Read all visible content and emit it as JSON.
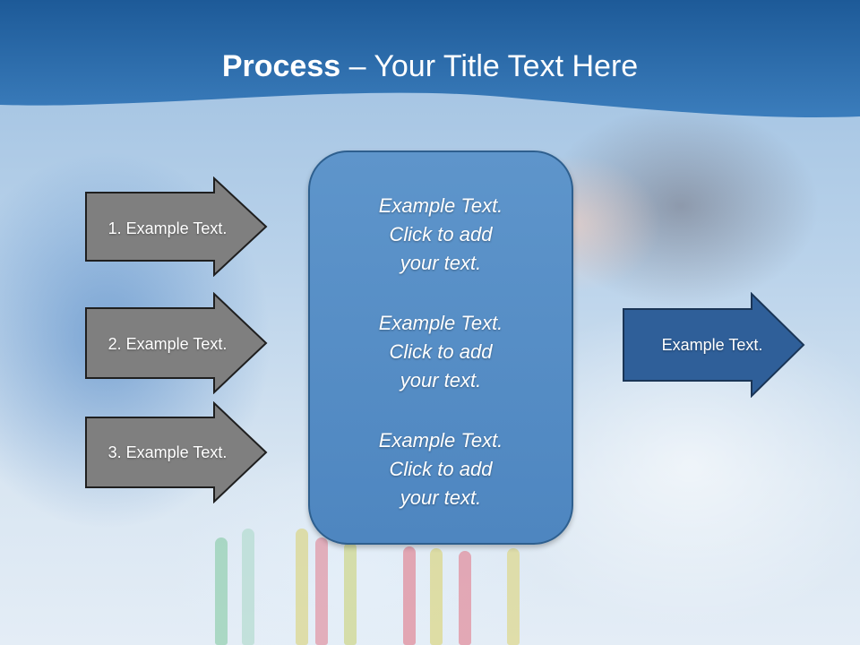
{
  "title": {
    "bold": "Process",
    "rest": " – Your Title Text Here"
  },
  "left_arrows": [
    {
      "label": "1. Example Text."
    },
    {
      "label": "2. Example Text."
    },
    {
      "label": "3. Example Text."
    }
  ],
  "center_box": {
    "items": [
      {
        "line1": "Example Text.",
        "line2": "Click  to add",
        "line3": "your text."
      },
      {
        "line1": "Example Text.",
        "line2": "Click  to add",
        "line3": "your text."
      },
      {
        "line1": "Example Text.",
        "line2": "Click  to add",
        "line3": "your text."
      }
    ]
  },
  "right_arrow": {
    "label": "Example Text."
  },
  "colors": {
    "header_blue": "#2a6aa8",
    "gray_arrow": "#7f7f7f",
    "center_box": "#5a8fc7",
    "right_arrow": "#2f5f99"
  }
}
